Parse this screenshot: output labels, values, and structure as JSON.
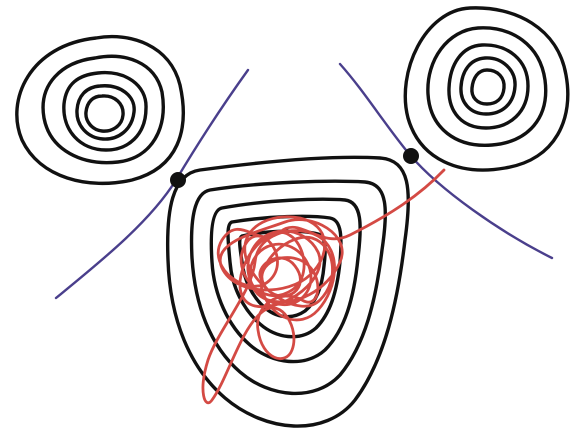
{
  "diagram": {
    "background": "#ffffff",
    "colors": {
      "contour": "#111111",
      "dividing_surface": "#4a3f8c",
      "trajectory": "#d44a44",
      "saddle_point": "#111111"
    },
    "elements": {
      "contour_sets": [
        "upper-left-basin",
        "upper-right-basin",
        "central-basin"
      ],
      "dividing_surfaces": [
        "left-dividing-surface",
        "right-dividing-surface"
      ],
      "saddle_points": [
        "left-saddle-point",
        "right-saddle-point"
      ],
      "trajectory": "trajectory"
    }
  }
}
